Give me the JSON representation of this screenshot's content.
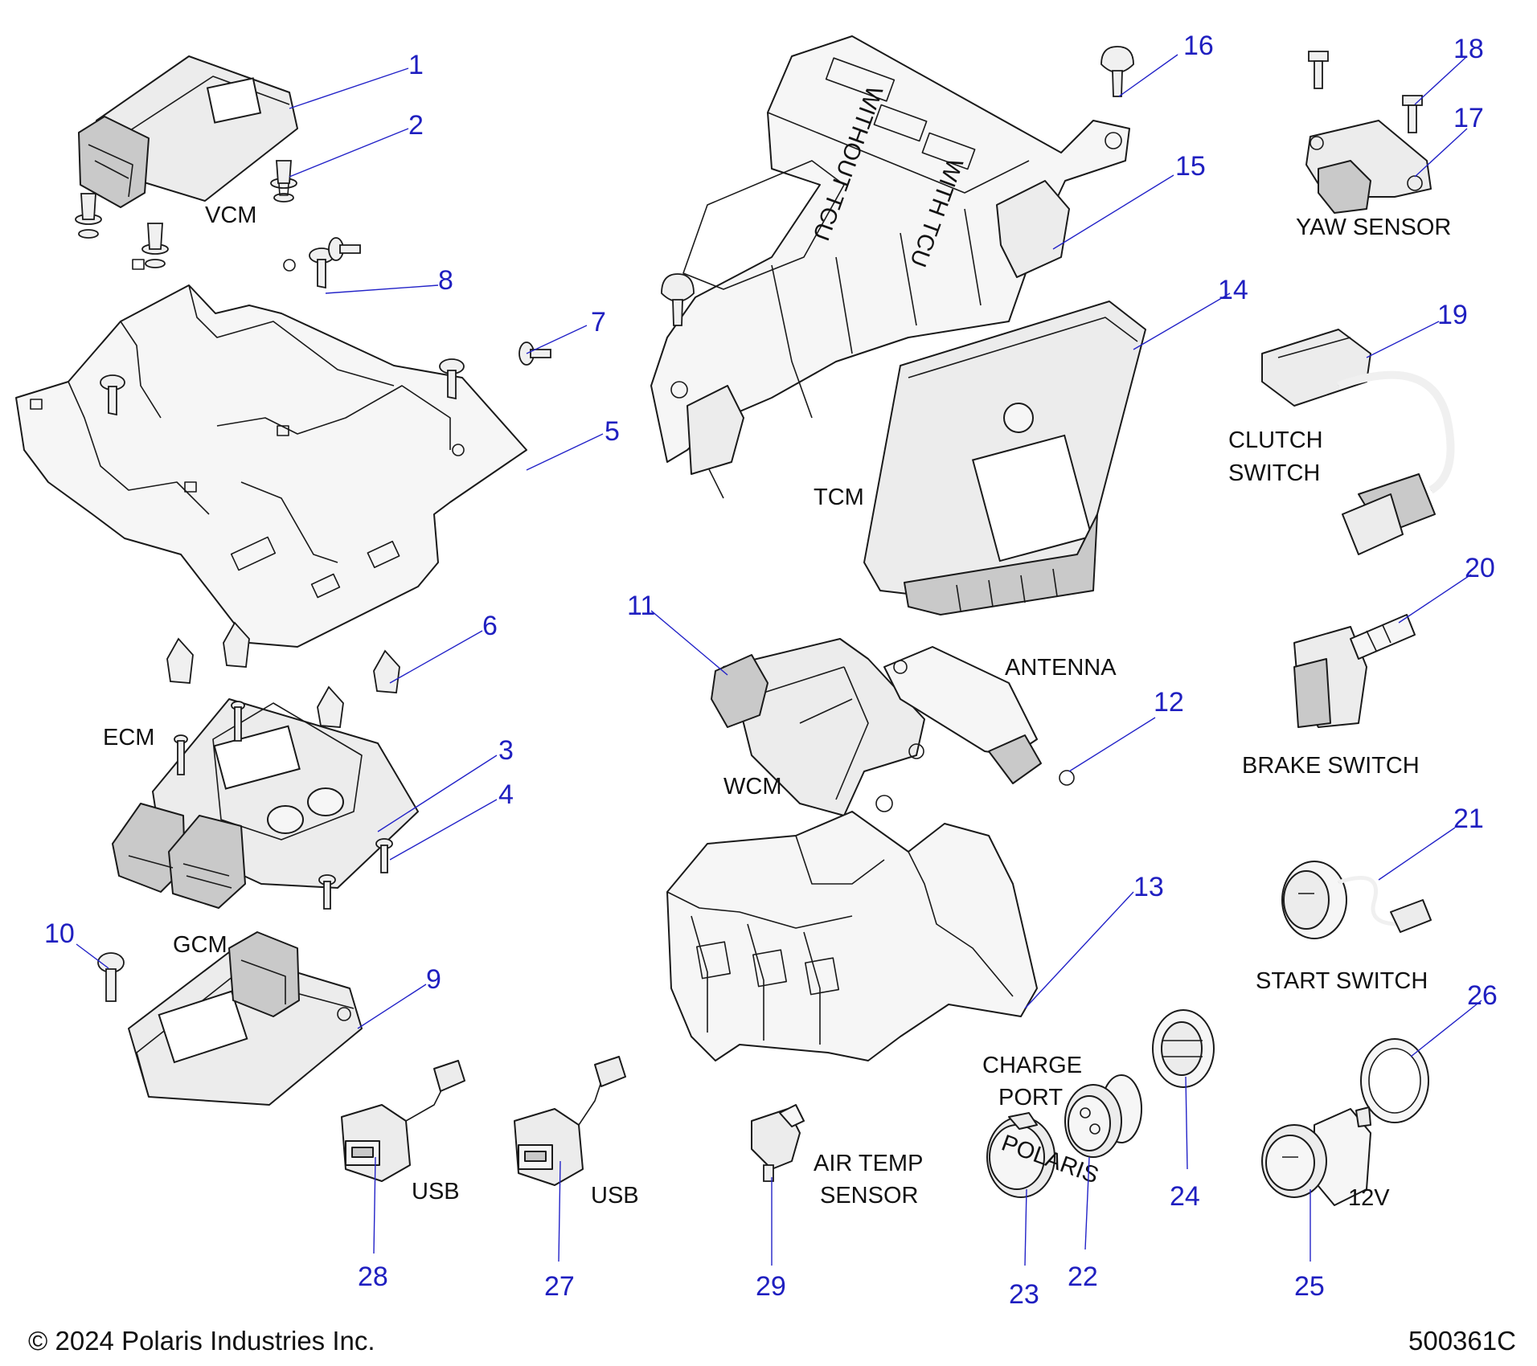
{
  "callouts": [
    "1",
    "2",
    "3",
    "4",
    "5",
    "6",
    "7",
    "8",
    "9",
    "10",
    "11",
    "12",
    "13",
    "14",
    "15",
    "16",
    "17",
    "18",
    "19",
    "20",
    "21",
    "22",
    "23",
    "24",
    "25",
    "26",
    "27",
    "28",
    "29"
  ],
  "labels": {
    "vcm": "VCM",
    "tcm": "TCM",
    "yaw_sensor": "YAW SENSOR",
    "clutch_switch_line1": "CLUTCH",
    "clutch_switch_line2": "SWITCH",
    "antenna": "ANTENNA",
    "ecm": "ECM",
    "wcm": "WCM",
    "brake_switch": "BRAKE SWITCH",
    "gcm": "GCM",
    "start_switch": "START SWITCH",
    "charge_port_line1": "CHARGE",
    "charge_port_line2": "PORT",
    "usb_a": "USB",
    "usb_b": "USB",
    "air_temp_line1": "AIR TEMP",
    "air_temp_line2": "SENSOR",
    "twelve_volt": "12V"
  },
  "footer": {
    "copyright": "© 2024 Polaris Industries Inc.",
    "drawing_number": "500361C"
  },
  "tcu_tray_text": {
    "without": "WITHOUT TCU",
    "with": "WITH TCU"
  },
  "charge_cap_brand": "POLARIS",
  "colors": {
    "callout": "#1f1fc0",
    "leader": "#2323c8",
    "text": "#111111",
    "part_fill": "#ececec",
    "outline": "#1a1a1a"
  }
}
